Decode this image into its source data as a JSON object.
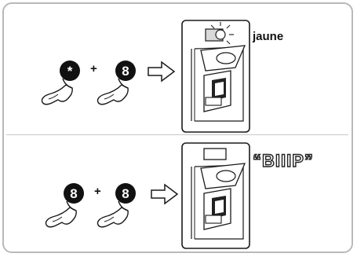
{
  "step1": {
    "key_a": "*",
    "plus": "+",
    "key_b": "8",
    "indicator_label": "jaune"
  },
  "step2": {
    "key_a": "8",
    "plus": "+",
    "key_b": "8",
    "sound_label": "“BIIIP”"
  },
  "colors": {
    "frame": "#b9b9b9",
    "key": "#111111",
    "outline": "#1a1a1a"
  }
}
